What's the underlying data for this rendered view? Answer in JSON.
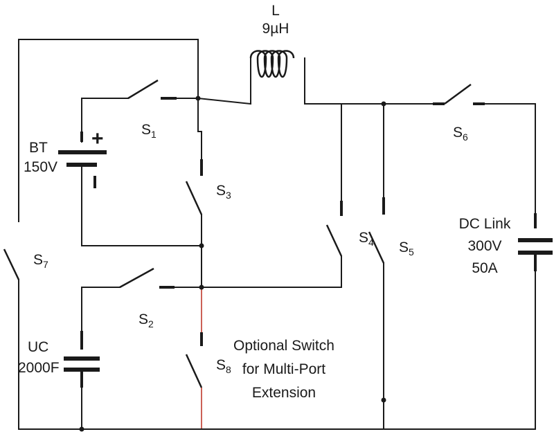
{
  "inductor": {
    "name": "L",
    "value": "9µH"
  },
  "battery": {
    "name": "BT",
    "voltage": "150V",
    "plus_sign": "+",
    "minus_sign": "-"
  },
  "ultracap": {
    "name": "UC",
    "capacitance": "2000F"
  },
  "dc_link": {
    "name": "DC Link",
    "voltage": "300V",
    "current": "50A"
  },
  "switches": [
    {
      "letter": "S",
      "index": "1"
    },
    {
      "letter": "S",
      "index": "2"
    },
    {
      "letter": "S",
      "index": "3"
    },
    {
      "letter": "S",
      "index": "4"
    },
    {
      "letter": "S",
      "index": "5"
    },
    {
      "letter": "S",
      "index": "6"
    },
    {
      "letter": "S",
      "index": "7"
    },
    {
      "letter": "S",
      "index": "8"
    }
  ],
  "optional_note": [
    "Optional Switch",
    "for Multi-Port",
    "Extension"
  ],
  "colors": {
    "wire": "#1a1a1a",
    "optional_branch": "#c0392b"
  }
}
